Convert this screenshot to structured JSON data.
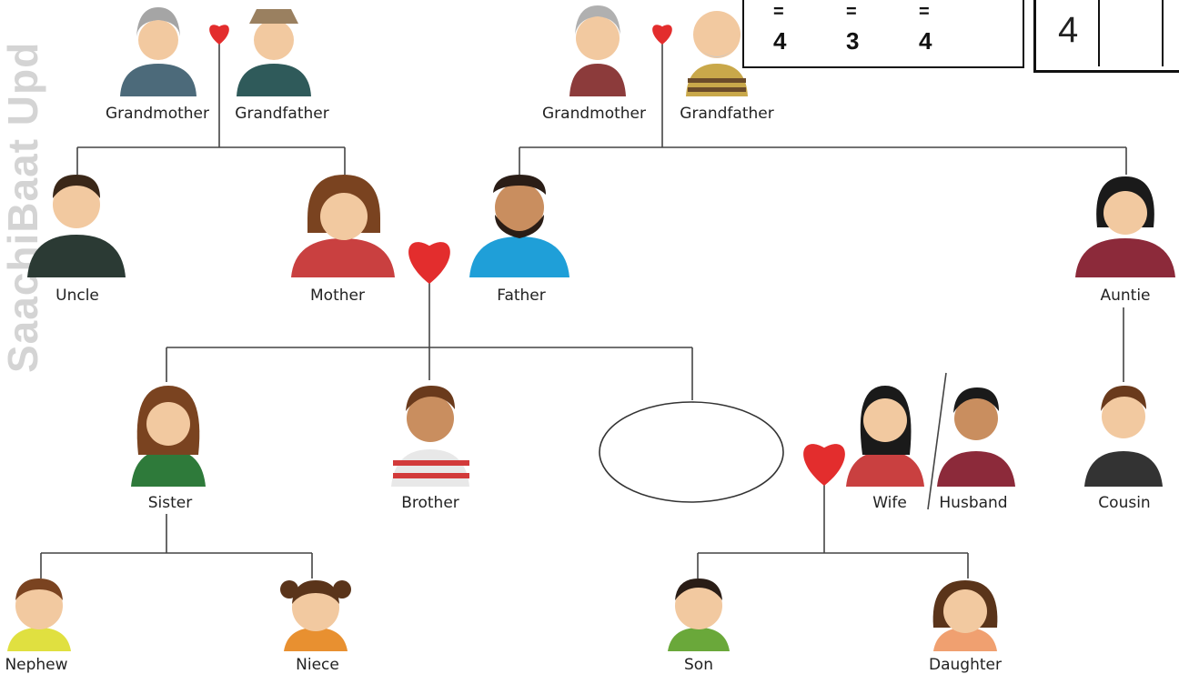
{
  "watermark": "SaachiBaat  Upd",
  "score_box": {
    "equals": [
      "=",
      "=",
      "="
    ],
    "values": [
      "4",
      "3",
      "4"
    ]
  },
  "answer_box": {
    "digit": "4"
  },
  "labels": {
    "grandmother_left": "Grandmother",
    "grandfather_left": "Grandfather",
    "grandmother_right": "Grandmother",
    "grandfather_right": "Grandfather",
    "uncle": "Uncle",
    "mother": "Mother",
    "father": "Father",
    "auntie": "Auntie",
    "sister": "Sister",
    "brother": "Brother",
    "wife": "Wife",
    "husband": "Husband",
    "cousin": "Cousin",
    "nephew": "Nephew",
    "niece": "Niece",
    "son": "Son",
    "daughter": "Daughter"
  },
  "colors": {
    "line": "#444444",
    "heart": "#e32d2d",
    "skin": "#f2c9a0",
    "skin_dark": "#c98e5f"
  }
}
